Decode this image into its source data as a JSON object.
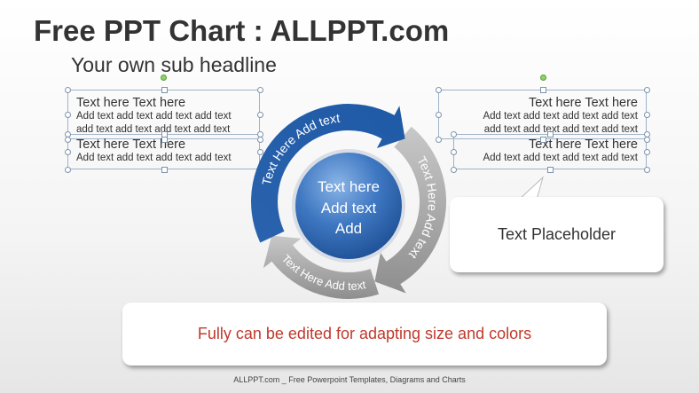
{
  "title": "Free PPT Chart : ALLPPT.com",
  "subtitle": "Your own sub headline",
  "left_boxes": [
    {
      "heading": "Text here Text here",
      "body": [
        "Add text add text add text add text",
        "add text add text add text add text"
      ]
    },
    {
      "heading": "Text here Text here",
      "body": [
        "Add text add text add text add text"
      ]
    }
  ],
  "right_boxes": [
    {
      "heading": "Text here Text here",
      "body": [
        "Add text add text add text add text",
        "add text add text add text add text"
      ]
    },
    {
      "heading": "Text here Text here",
      "body": [
        "Add text add text add text add text"
      ]
    }
  ],
  "cycle": {
    "segments": [
      {
        "label": "Text Here Add text",
        "color": "#2f6db5"
      },
      {
        "label": "Text Here Add text",
        "color": "#a8a8a8"
      },
      {
        "label": "Text Here Add text",
        "color": "#a8a8a8"
      }
    ],
    "center": [
      "Text here",
      "Add text",
      "Add"
    ]
  },
  "callout": "Text Placeholder",
  "bottom_box": "Fully can be edited for adapting size and colors",
  "bottom_color": "#c0392b",
  "footer": "ALLPPT.com _ Free Powerpoint Templates, Diagrams and Charts"
}
